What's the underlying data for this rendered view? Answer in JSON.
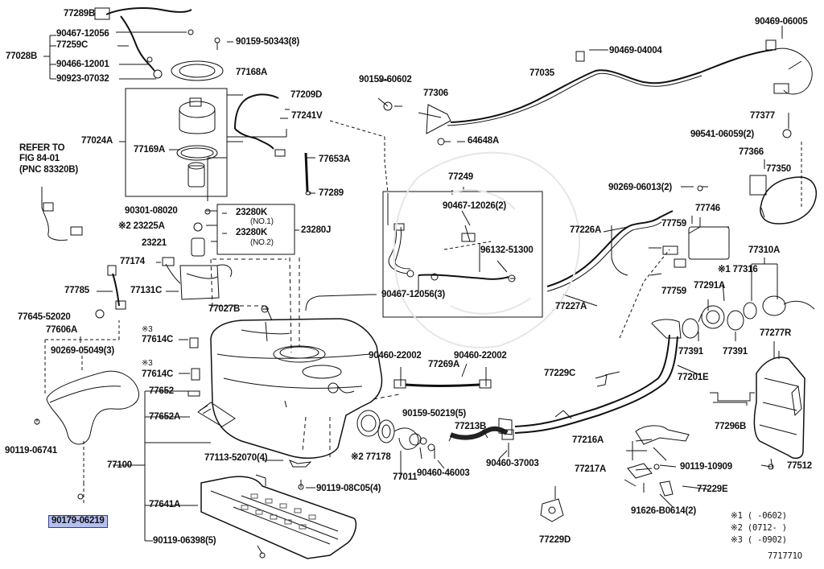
{
  "diagram": {
    "id": "771771O",
    "refer": [
      "REFER TO",
      "FIG 84-01",
      "(PNC 83320B)"
    ],
    "notes": {
      "n1": "※1 (     -0602)",
      "n2": "※2 (0712-     )",
      "n3": "※3 (     -0902)"
    },
    "parts": {
      "p77289B": "77289B",
      "p90467_12056": "90467-12056",
      "p77259C": "77259C",
      "p77028B": "77028B",
      "p90466_12001": "90466-12001",
      "p90923_07032": "90923-07032",
      "p90159_50343": "90159-50343(8)",
      "p77168A": "77168A",
      "p77024A": "77024A",
      "p77169A": "77169A",
      "p77209D": "77209D",
      "p77241V": "77241V",
      "p77653A": "77653A",
      "p77289": "77289",
      "p90301_08020": "90301-08020",
      "p23225A": "※2 23225A",
      "p23221": "23221",
      "p23280K_1": "23280K",
      "p23280K_1n": "(NO.1)",
      "p23280K_2": "23280K",
      "p23280K_2n": "(NO.2)",
      "p23280J": "23280J",
      "p77174": "77174",
      "p77785": "77785",
      "p77131C": "77131C",
      "p77645_52020": "77645-52020",
      "p77606A": "77606A",
      "p90269_05049": "90269-05049(3)",
      "p90119_06741": "90119-06741",
      "p90179_06219": "90179-06219",
      "p77100": "77100",
      "p77027B": "77027B",
      "p77614C_a_note": "※3",
      "p77614C_a": "77614C",
      "p77614C_b_note": "※3",
      "p77614C_b": "77614C",
      "p77652": "77652",
      "p77652A": "77652A",
      "p77113_52070": "77113-52070(4)",
      "p77641A": "77641A",
      "p90119_08C05": "90119-08C05(4)",
      "p90119_06398": "90119-06398(5)",
      "p77178": "※2 77178",
      "p77011": "77011",
      "p90159_60602": "90159-60602",
      "p77306": "77306",
      "p64648A": "64648A",
      "p77035": "77035",
      "p90469_04004": "90469-04004",
      "p90469_06005": "90469-06005",
      "p77377": "77377",
      "p90541_06059": "90541-06059(2)",
      "p77366": "77366",
      "p77350": "77350",
      "p77249": "77249",
      "p90467_12026": "90467-12026(2)",
      "p96132_51300": "96132-51300",
      "p90467_12056_3": "90467-12056(3)",
      "p90269_06013": "90269-06013(2)",
      "p77746": "77746",
      "p77759a": "77759",
      "p77759b": "77759",
      "p77226A": "77226A",
      "p77227A": "77227A",
      "p77310A": "77310A",
      "p77316": "※1 77316",
      "p77291A": "77291A",
      "p77391a": "77391",
      "p77391b": "77391",
      "p77277R": "77277R",
      "p90460_22002a": "90460-22002",
      "p90460_22002b": "90460-22002",
      "p77269A": "77269A",
      "p90159_50219": "90159-50219(5)",
      "p77213B": "77213B",
      "p90460_46003": "90460-46003",
      "p90460_37003": "90460-37003",
      "p77229C": "77229C",
      "p77201E": "77201E",
      "p77296B": "77296B",
      "p77512": "77512",
      "p77216A": "77216A",
      "p77217A": "77217A",
      "p90119_10909": "90119-10909",
      "p77229E": "77229E",
      "p91626_B0614": "91626-B0614(2)",
      "p77229D": "77229D"
    }
  }
}
